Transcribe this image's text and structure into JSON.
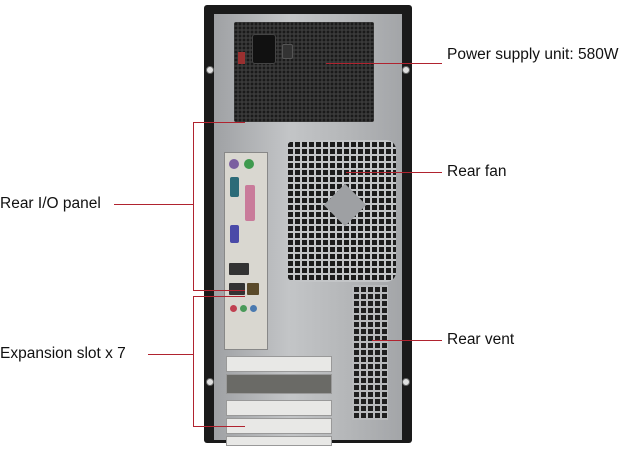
{
  "labels": {
    "psu": "Power supply unit: 580W",
    "rear_fan": "Rear fan",
    "rear_io": "Rear I/O panel",
    "expansion": "Expansion slot x 7",
    "rear_vent": "Rear vent"
  },
  "colors": {
    "leader_line": "#b0232f",
    "case_frame": "#1a1a1a",
    "panel": "#b5b7b9"
  },
  "expansion_slot_count": 7
}
